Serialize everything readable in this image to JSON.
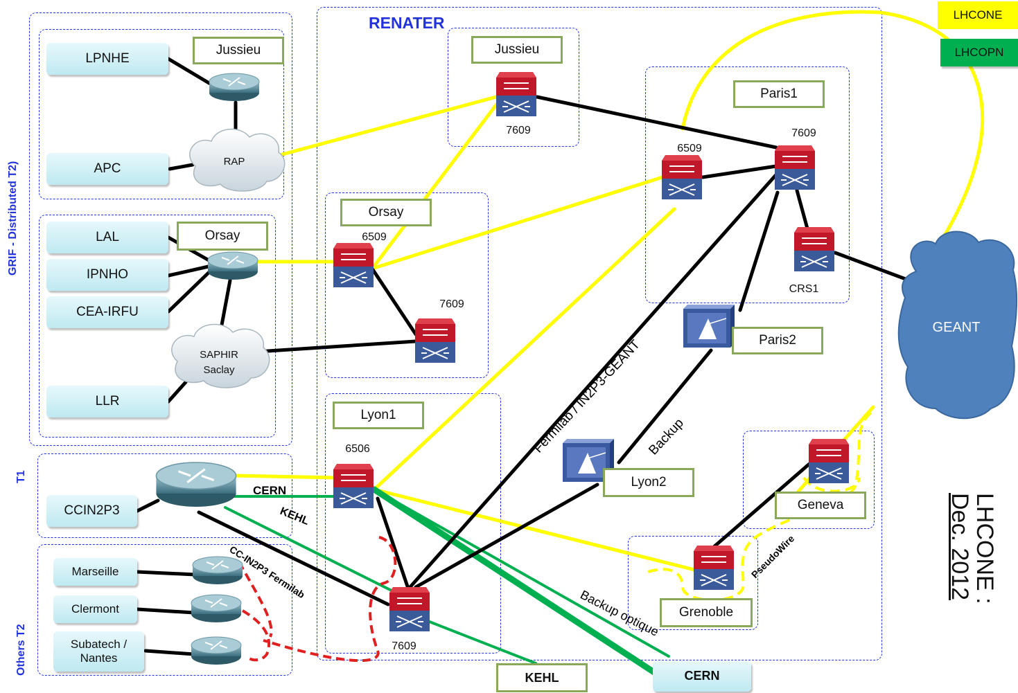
{
  "sections": {
    "renater": "RENATER",
    "grif": "GRIF - Distributed T2)",
    "t1": "T1",
    "others_t2": "Others T2"
  },
  "legend": [
    {
      "label": "LHCONE",
      "color": "#ffff00"
    },
    {
      "label": "LHCOPN",
      "color": "#00b050"
    }
  ],
  "title": {
    "line1": "LHCONE :",
    "line2": "Dec. 2012"
  },
  "sites": {
    "lpnhe": "LPNHE",
    "apc": "APC",
    "lal": "LAL",
    "ipnho": "IPNHO",
    "cea": "CEA-IRFU",
    "llr": "LLR",
    "ccin2p3": "CCIN2P3",
    "marseille": "Marseille",
    "clermont": "Clermont",
    "subatech": "Subatech / Nantes",
    "cern": "CERN"
  },
  "boxes": {
    "jussieu_grif": "Jussieu",
    "orsay_grif": "Orsay",
    "jussieu_ren": "Jussieu",
    "orsay_ren": "Orsay",
    "lyon1": "Lyon1",
    "paris1": "Paris1",
    "paris2": "Paris2",
    "lyon2": "Lyon2",
    "geneva": "Geneva",
    "grenoble": "Grenoble",
    "kehl": "KEHL"
  },
  "clouds": {
    "rap": "RAP",
    "saphir_1": "SAPHIR",
    "saphir_2": "Saclay",
    "geant": "GEANT"
  },
  "models": {
    "jussieu": "7609",
    "orsay6509": "6509",
    "orsay7609": "7609",
    "lyon6506": "6506",
    "lyon7609": "7609",
    "paris6509": "6509",
    "paris7609": "7609",
    "crs1": "CRS1"
  },
  "link_labels": {
    "cern": "CERN",
    "kehl": "KEHL",
    "fermilab_geant": "Fermilab / IN2P3-GEANT",
    "backup": "Backup",
    "cc_fermilab": "CC-IN2P3 Fermilab",
    "backup_optique": "Backup optique",
    "pseudowire": "PseudoWire"
  },
  "colors": {
    "lhcone": "#ffff00",
    "lhcopn": "#00b050",
    "region_border": "#2233dd",
    "geant": "#4f81bd",
    "backup_red": "#e02020"
  }
}
